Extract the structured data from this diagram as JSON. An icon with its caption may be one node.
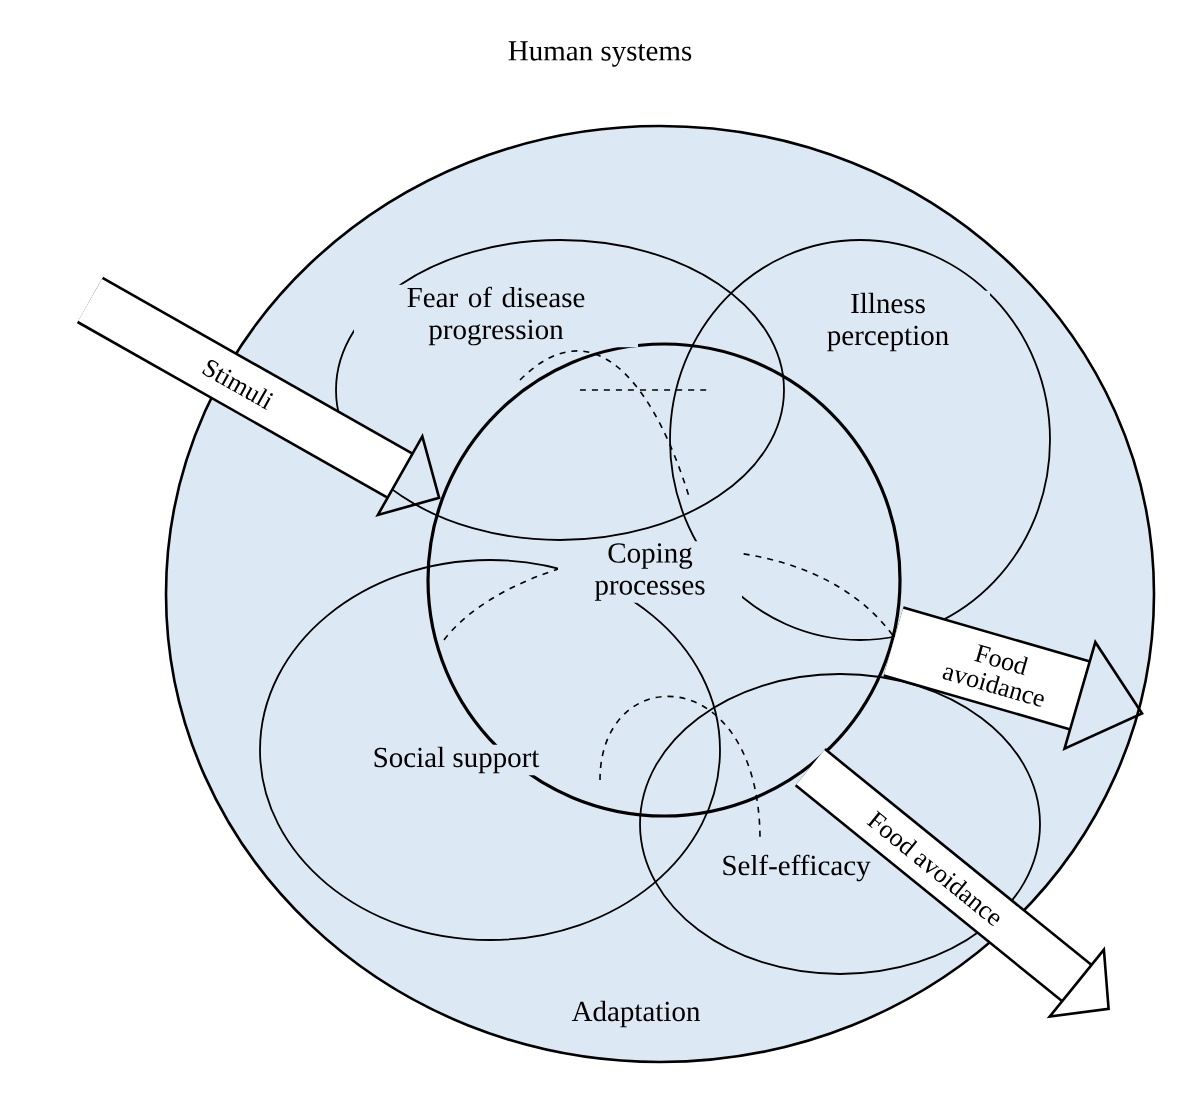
{
  "diagram": {
    "nodes": [
      {
        "text": [
          "Human systems",
          "Adaptation"
        ]
      },
      {
        "text": [
          "Coping processes"
        ],
        "in": 0
      },
      {
        "text": [
          "Fear of disease progression"
        ],
        "in": 0
      },
      {
        "text": [
          "Illness perception"
        ],
        "in": 0
      },
      {
        "text": [
          "Social support"
        ],
        "in": 0
      },
      {
        "text": [
          "Self-efficacy"
        ],
        "in": 0
      }
    ],
    "edges": [
      {
        "from": null,
        "to": 1,
        "arrow": "to",
        "label": "Stimuli"
      },
      {
        "from": 1,
        "to": null,
        "arrow": "to",
        "label": "Food avoidance"
      },
      {
        "from": 1,
        "to": null,
        "arrow": "to",
        "label": "Food avoidance"
      }
    ]
  }
}
